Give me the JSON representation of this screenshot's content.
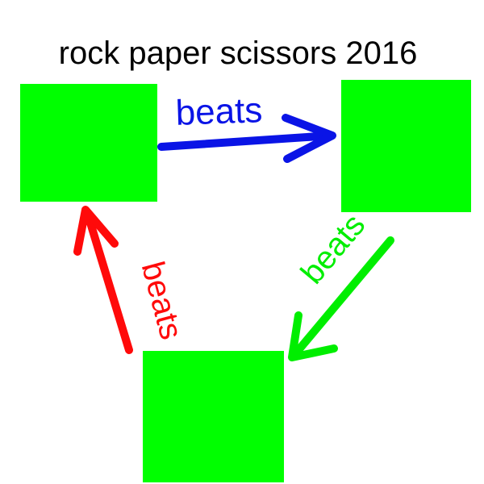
{
  "title": "rock paper scissors 2016",
  "colors": {
    "box": "#00ff00",
    "arrow_top": "#0a14e6",
    "arrow_right": "#00ee00",
    "arrow_left": "#ff0a0a",
    "title": "#000000"
  },
  "arrows": {
    "top": {
      "label": "beats"
    },
    "right": {
      "label": "beats"
    },
    "left": {
      "label": "beats"
    }
  }
}
